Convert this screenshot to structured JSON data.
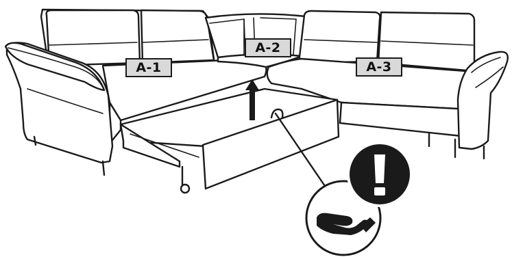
{
  "labels": {
    "left": "A-1",
    "corner": "A-2",
    "right": "A-3"
  },
  "icons": {
    "arrow": "up-arrow-icon",
    "warning": "exclamation-icon",
    "hand": "hand-support-icon"
  },
  "colors": {
    "line": "#1a1a1a",
    "label_fill": "#d9d9d9",
    "warning_fill": "#1a1a1a"
  }
}
